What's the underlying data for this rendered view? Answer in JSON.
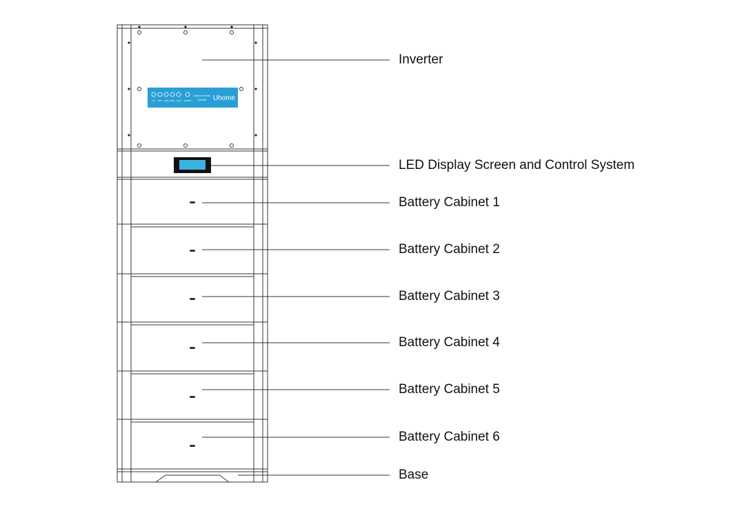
{
  "callouts": {
    "inverter": "Inverter",
    "led_display": "LED Display Screen and Control System",
    "battery_1": "Battery Cabinet 1",
    "battery_2": "Battery Cabinet 2",
    "battery_3": "Battery Cabinet 3",
    "battery_4": "Battery Cabinet 4",
    "battery_5": "Battery Cabinet 5",
    "battery_6": "Battery Cabinet 6",
    "base": "Base"
  },
  "inverter_panel": {
    "indicators": [
      "PV",
      "BAT",
      "GRID",
      "EPS",
      "COM",
      "ALARM"
    ],
    "model_line_1": "Uhome Inverter",
    "model_line_2": "OneStar",
    "brand": "Uhome"
  },
  "colors": {
    "panel_blue": "#2a9fd6",
    "screen_blue": "#3bb3e0",
    "outline": "#333333"
  }
}
